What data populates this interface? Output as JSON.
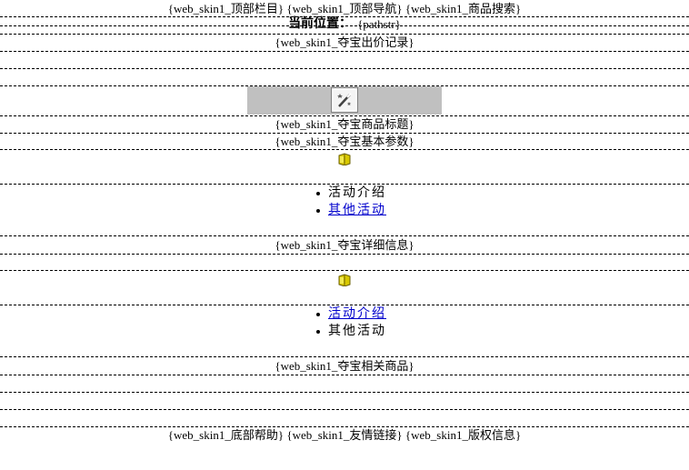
{
  "header": {
    "top_bar": "{web_skin1_顶部栏目}",
    "top_nav": "{web_skin1_顶部导航}",
    "product_search": "{web_skin1_商品搜索}"
  },
  "location": {
    "label": "当前位置：",
    "path": "{pathstr}"
  },
  "bid_record": "{web_skin1_夺宝出价记录}",
  "product_title": "{web_skin1_夺宝商品标题}",
  "basic_params": "{web_skin1_夺宝基本参数}",
  "tabs_group_1": {
    "tab_intro": "活动介绍",
    "tab_other": "其他活动"
  },
  "detail_info": "{web_skin1_夺宝详细信息}",
  "tabs_group_2": {
    "tab_intro": "活动介绍",
    "tab_other": "其他活动"
  },
  "related_products": "{web_skin1_夺宝相关商品}",
  "footer": {
    "help": "{web_skin1_底部帮助}",
    "friend_links": "{web_skin1_友情链接}",
    "copyright": "{web_skin1_版权信息}"
  },
  "icons": {
    "wand": "magic-wand-icon",
    "book": "book-icon"
  },
  "colors": {
    "link": "#0000cc",
    "gray_panel": "#c0c0c0"
  }
}
